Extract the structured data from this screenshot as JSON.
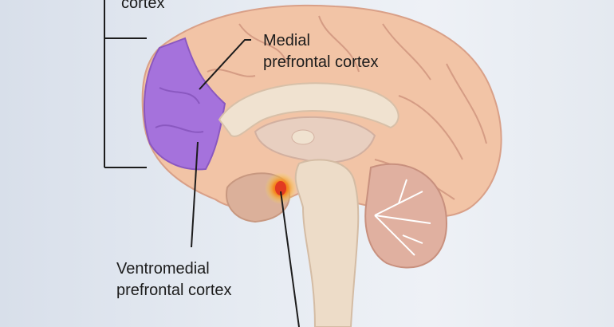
{
  "labels": {
    "top_cut": "cortex",
    "medial_line1": "Medial",
    "medial_line2": "prefrontal cortex",
    "ventro_line1": "Ventromedial",
    "ventro_line2": "prefrontal cortex"
  },
  "colors": {
    "cortex": "#f2c4a6",
    "prefrontal_highlight": "#a572dc",
    "inner": "#f0e2d0",
    "cerebellum": "#e0b0a0",
    "amygdala_glow": "#f5d020",
    "amygdala": "#e23a20"
  }
}
